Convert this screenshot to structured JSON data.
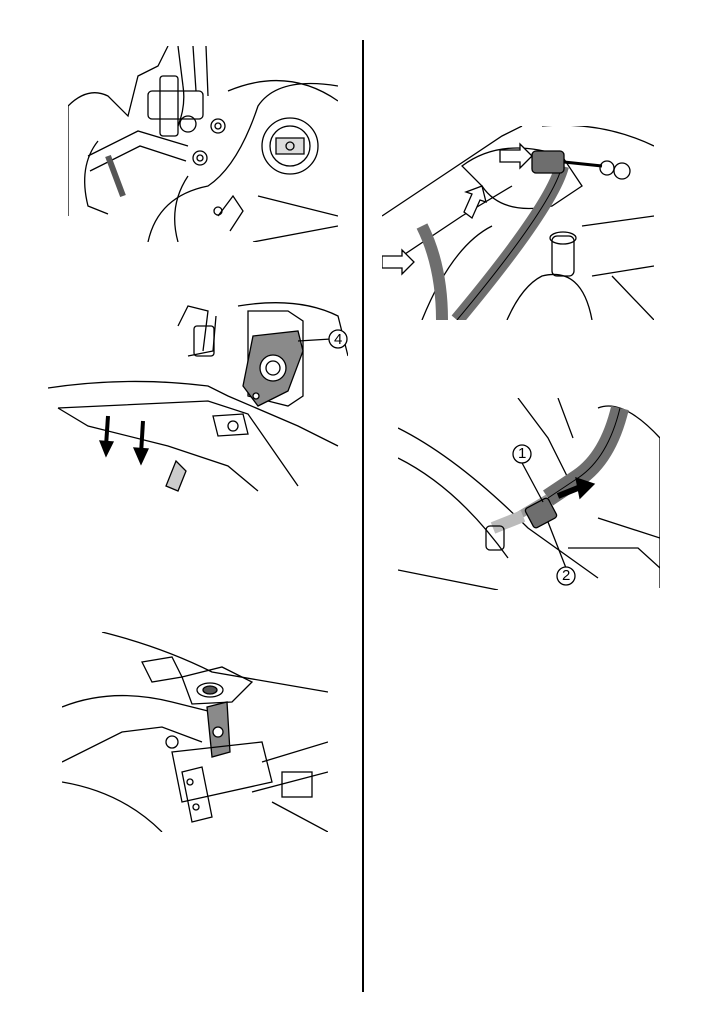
{
  "figures": {
    "fuel_tank_top": {},
    "tank_bracket": {
      "callouts": [
        {
          "label": "4"
        }
      ]
    },
    "bracket_mount": {},
    "fuel_hose_release": {},
    "hose_connector": {
      "callouts": [
        {
          "label": "1"
        },
        {
          "label": "2"
        }
      ]
    }
  },
  "colors": {
    "line": "#000000",
    "part_fill": "#8a8a8a",
    "hose_fill": "#6e6e6e",
    "background": "#ffffff"
  }
}
